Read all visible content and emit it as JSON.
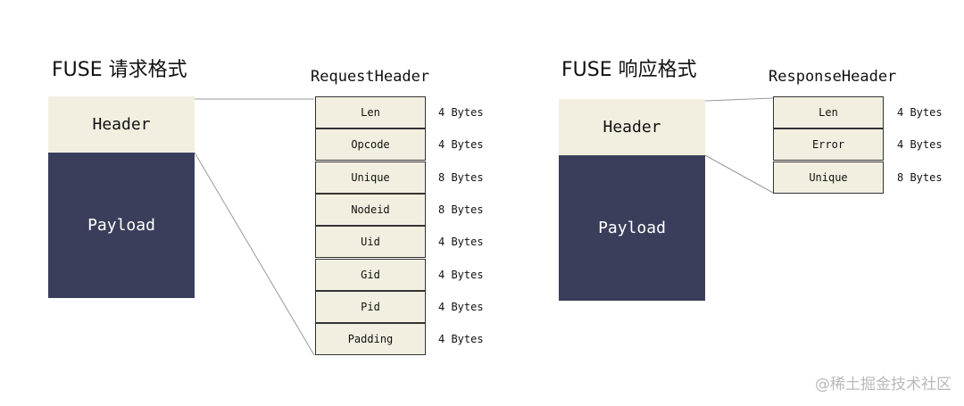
{
  "request": {
    "title": "FUSE 请求格式",
    "header_label": "Header",
    "payload_label": "Payload",
    "detail_title": "RequestHeader",
    "fields": [
      {
        "name": "Len",
        "size": "4 Bytes"
      },
      {
        "name": "Opcode",
        "size": "4 Bytes"
      },
      {
        "name": "Unique",
        "size": "8 Bytes"
      },
      {
        "name": "Nodeid",
        "size": "8 Bytes"
      },
      {
        "name": "Uid",
        "size": "4 Bytes"
      },
      {
        "name": "Gid",
        "size": "4 Bytes"
      },
      {
        "name": "Pid",
        "size": "4 Bytes"
      },
      {
        "name": "Padding",
        "size": "4 Bytes"
      }
    ]
  },
  "response": {
    "title": "FUSE 响应格式",
    "header_label": "Header",
    "payload_label": "Payload",
    "detail_title": "ResponseHeader",
    "fields": [
      {
        "name": "Len",
        "size": "4 Bytes"
      },
      {
        "name": "Error",
        "size": "4 Bytes"
      },
      {
        "name": "Unique",
        "size": "8 Bytes"
      }
    ]
  },
  "watermark": "@稀土掘金技术社区",
  "colors": {
    "header_fill": "#f3efe0",
    "payload_fill": "#3b3e5a",
    "connector": "#999999"
  }
}
